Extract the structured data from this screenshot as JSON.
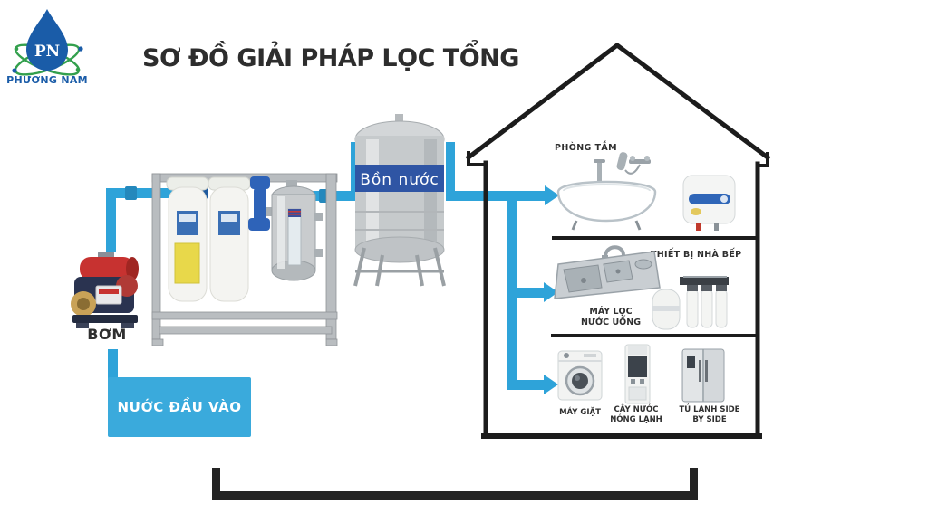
{
  "logo": {
    "initials": "PN",
    "company": "PHƯƠNG NAM"
  },
  "title": "SƠ ĐỒ GIẢI PHÁP LỌC TỔNG",
  "supply": {
    "pump_label": "BƠM",
    "input_box_label": "NƯỚC ĐẦU VÀO",
    "tank_label": "Bồn nước",
    "items": [
      "pump",
      "whole-house-filter-system",
      "stainless-water-tank"
    ]
  },
  "house": {
    "bathroom": {
      "label": "PHÒNG TẮM",
      "items": [
        "bathtub",
        "shower-faucet",
        "water-heater"
      ]
    },
    "kitchen": {
      "equipment_label": "THIẾT BỊ NHÀ BẾP",
      "filter_label": "MÁY LỌC NƯỚC UỐNG",
      "items": [
        "kitchen-sink",
        "ro-drinking-water-filter"
      ]
    },
    "utility": {
      "washer_label": "MÁY GIẶT",
      "dispenser_label": "CÂY NƯỚC NÓNG LẠNH",
      "fridge_label": "TỦ LẠNH SIDE BY SIDE",
      "items": [
        "washing-machine",
        "hot-cold-water-dispenser",
        "side-by-side-fridge"
      ]
    }
  },
  "colors": {
    "pipe": "#2EA3D9",
    "pipe_dark": "#2488BC",
    "fitting_navy": "#1F5A9E",
    "input_box": "#3AAADC",
    "tank_band": "#2F55A4",
    "logo_blue": "#1A5CA8",
    "logo_green": "#33A04D",
    "outline": "#1C1C1C",
    "label": "#2F2F2F",
    "bracket": "#242424"
  }
}
